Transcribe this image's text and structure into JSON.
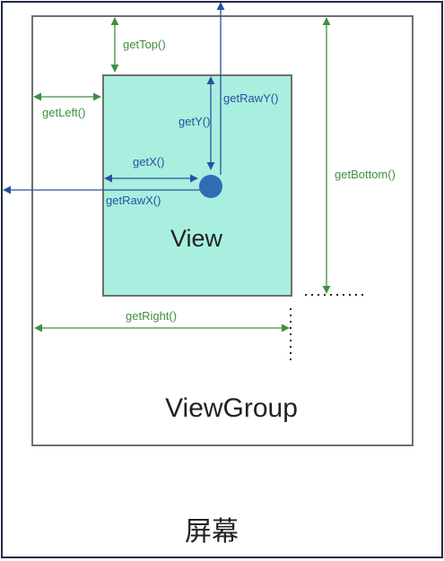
{
  "labels": {
    "screen": "屏幕",
    "view_group": "ViewGroup",
    "view": "View",
    "get_top": "getTop()",
    "get_left": "getLeft()",
    "get_bottom": "getBottom()",
    "get_right": "getRight()",
    "get_x": "getX()",
    "get_y": "getY()",
    "get_raw_x": "getRawX()",
    "get_raw_y": "getRawY()"
  },
  "colors": {
    "screen_border": "#1f2a44",
    "viewgroup_border": "#6f6f6f",
    "view_fill": "#a8efe0",
    "view_border": "#6f6f6f",
    "green_arrow": "#3f8f3f",
    "blue_arrow": "#2d4fa0",
    "touch_point": "#2f6db3"
  }
}
